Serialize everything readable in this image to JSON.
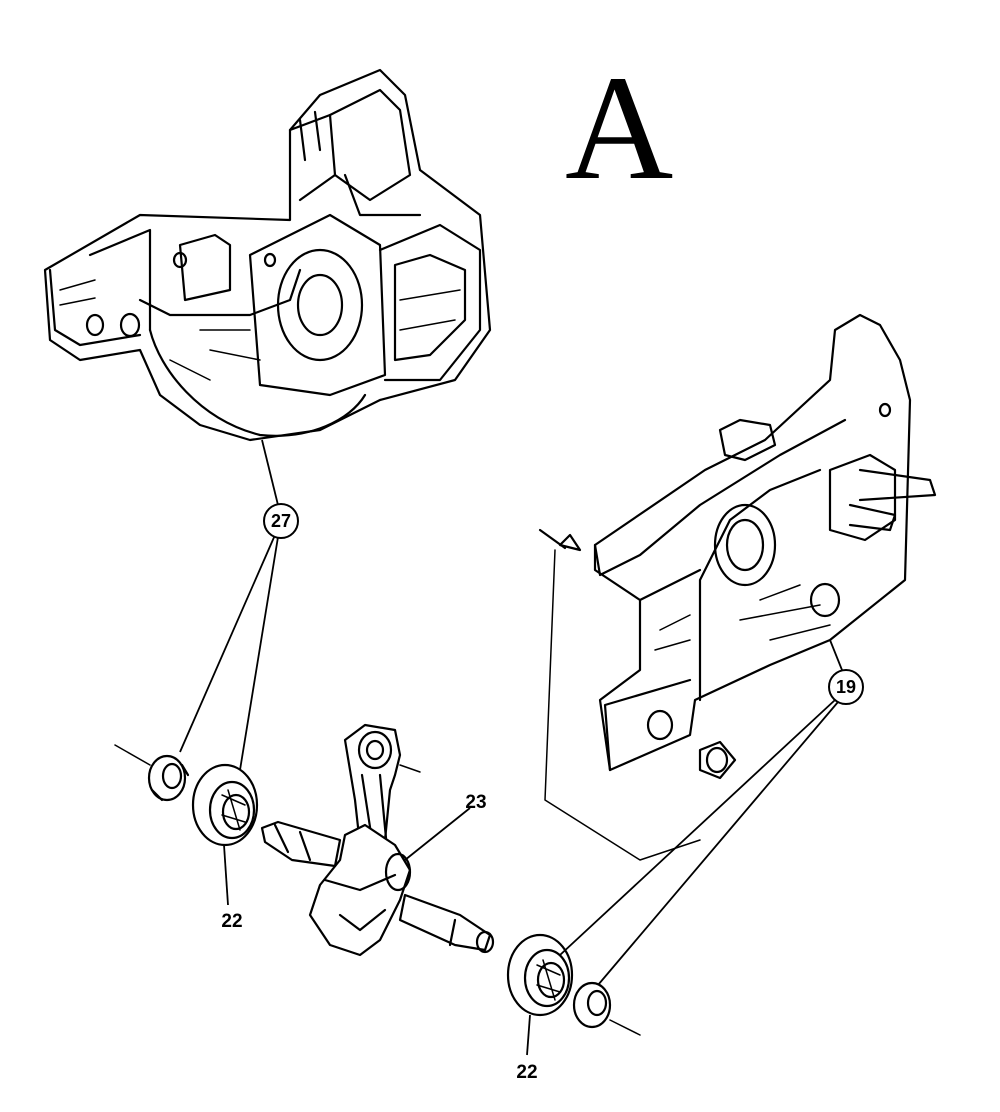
{
  "diagram": {
    "sheet_letter": "A",
    "callouts": [
      {
        "id": "crankcase-half",
        "label": "27",
        "circled": true
      },
      {
        "id": "crankcase-half-clutch-side",
        "label": "19",
        "circled": true
      },
      {
        "id": "crankshaft",
        "label": "23",
        "circled": false
      },
      {
        "id": "bearing-left",
        "label": "22",
        "circled": false
      },
      {
        "id": "bearing-right",
        "label": "22",
        "circled": false
      }
    ]
  }
}
